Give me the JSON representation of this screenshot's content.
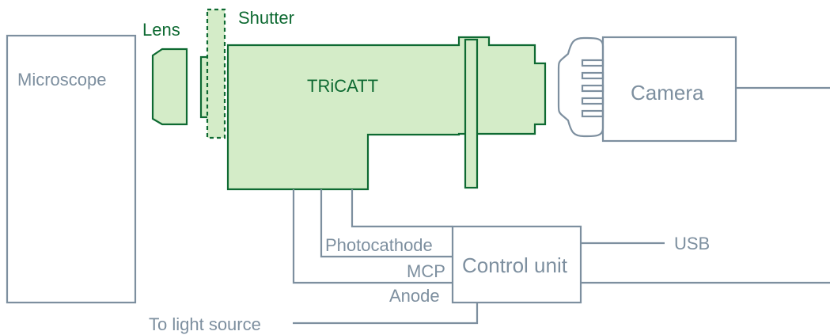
{
  "labels": {
    "microscope": "Microscope",
    "lens": "Lens",
    "shutter": "Shutter",
    "tricatt": "TRiCATT",
    "camera": "Camera",
    "control_unit": "Control unit",
    "photocathode": "Photocathode",
    "mcp": "MCP",
    "anode": "Anode",
    "usb": "USB",
    "to_light_source": "To light source"
  },
  "colors": {
    "component_fill": "#d4ecc8",
    "component_stroke": "#0e6a32",
    "outline": "#7d8f9f"
  }
}
